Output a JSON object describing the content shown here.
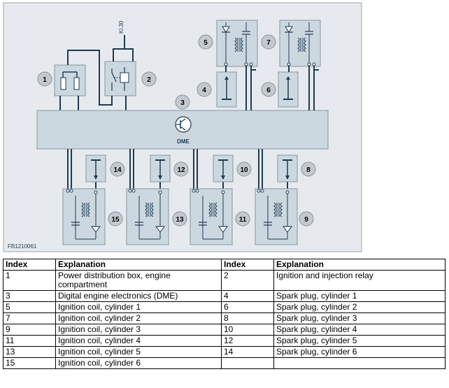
{
  "diagram": {
    "supply_label": "Kl.30",
    "dme_label": "DME",
    "figure_code": "FB1210061",
    "callouts": [
      "1",
      "2",
      "3",
      "4",
      "5",
      "6",
      "7",
      "8",
      "9",
      "10",
      "11",
      "12",
      "13",
      "14",
      "15"
    ]
  },
  "table": {
    "headers": [
      "Index",
      "Explanation",
      "Index",
      "Explanation"
    ],
    "rows": [
      [
        "1",
        "Power distribution box, engine compartment",
        "2",
        "Ignition and injection relay"
      ],
      [
        "3",
        "Digital engine electronics (DME)",
        "4",
        "Spark plug, cylinder 1"
      ],
      [
        "5",
        "Ignition coil, cylinder 1",
        "6",
        "Spark plug, cylinder 2"
      ],
      [
        "7",
        "Ignition coil, cylinder 2",
        "8",
        "Spark plug, cylinder 3"
      ],
      [
        "9",
        "Ignition coil, cylinder 3",
        "10",
        "Spark plug, cylinder 4"
      ],
      [
        "11",
        "Ignition coil, cylinder 4",
        "12",
        "Spark plug, cylinder 5"
      ],
      [
        "13",
        "Ignition coil, cylinder 5",
        "14",
        "Spark plug, cylinder 6"
      ],
      [
        "15",
        "Ignition coil, cylinder 6",
        "",
        ""
      ]
    ]
  },
  "colors": {
    "panel": "#e6eaee",
    "box": "#ccd8e0",
    "callout": "#c3c9cf",
    "wire": "#1e3a52"
  }
}
